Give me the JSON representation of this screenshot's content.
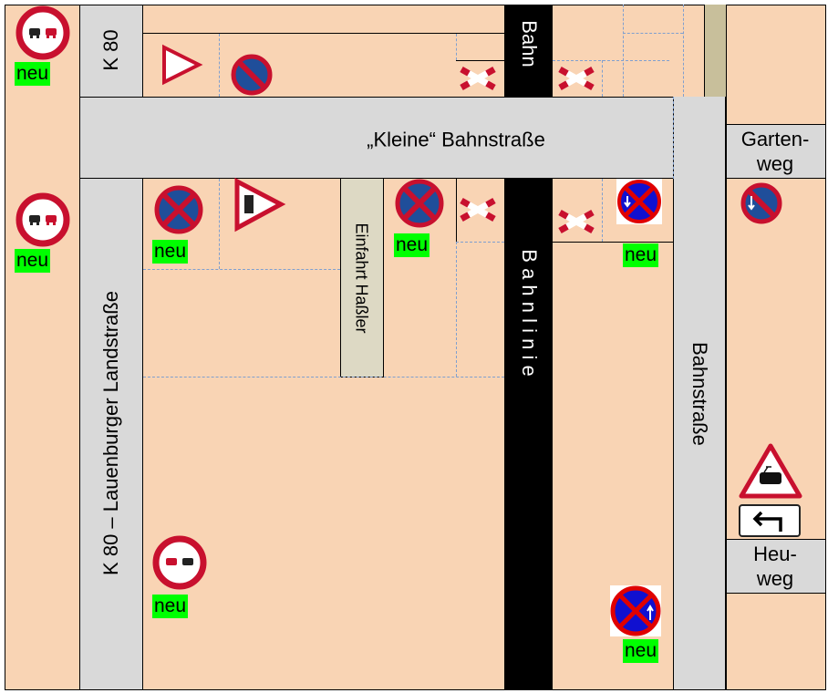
{
  "streets": {
    "k80": "K 80",
    "lauenburger": "K 80 – Lauenburger Landstraße",
    "kleine": "„Kleine“ Bahnstraße",
    "bahn": "Bahn",
    "bahnlinie": "B a h n l i n i e",
    "bahnstrasse": "Bahnstraße",
    "gartenweg_1": "Garten-",
    "gartenweg_2": "weg",
    "heuweg_1": "Heu-",
    "heuweg_2": "weg",
    "einfahrt": "Einfahrt Haßler"
  },
  "new_label": "neu",
  "colors": {
    "peach": "#f9d4b4",
    "road": "#d9d9d9",
    "rail": "#000000",
    "new": "#00ff00",
    "sign_red": "#c8102e",
    "sign_blue": "#1f4e9a"
  }
}
